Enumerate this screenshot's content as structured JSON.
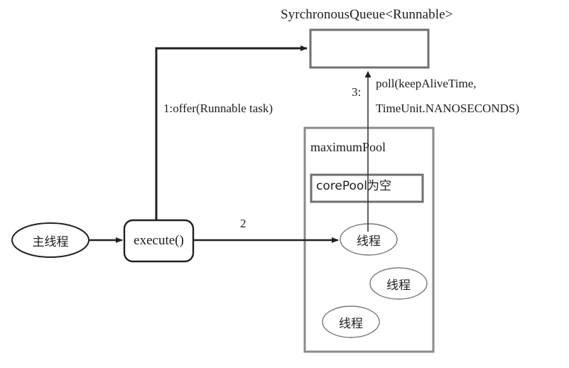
{
  "diagram": {
    "title": "SyrchronousQueue<Runnable>",
    "background_color": "#ffffff",
    "stroke_color": "#231f20",
    "gray_stroke_color": "#6f6f6f",
    "thin_stroke_color": "#3a3a3a",
    "nodes": {
      "main_thread": "主线程",
      "execute": "execute()",
      "queue_box": "",
      "maximum_pool": "maximumPool",
      "core_pool": "corePool为空",
      "thread_1": "线程",
      "thread_2": "线程",
      "thread_3": "线程"
    },
    "edges": {
      "offer_label": "1:offer(Runnable task)",
      "execute_to_thread_label": "2",
      "poll_number": "3:",
      "poll_line_1": "poll(keepAliveTime,",
      "poll_line_2": "TimeUnit.NANOSECONDS)"
    }
  }
}
